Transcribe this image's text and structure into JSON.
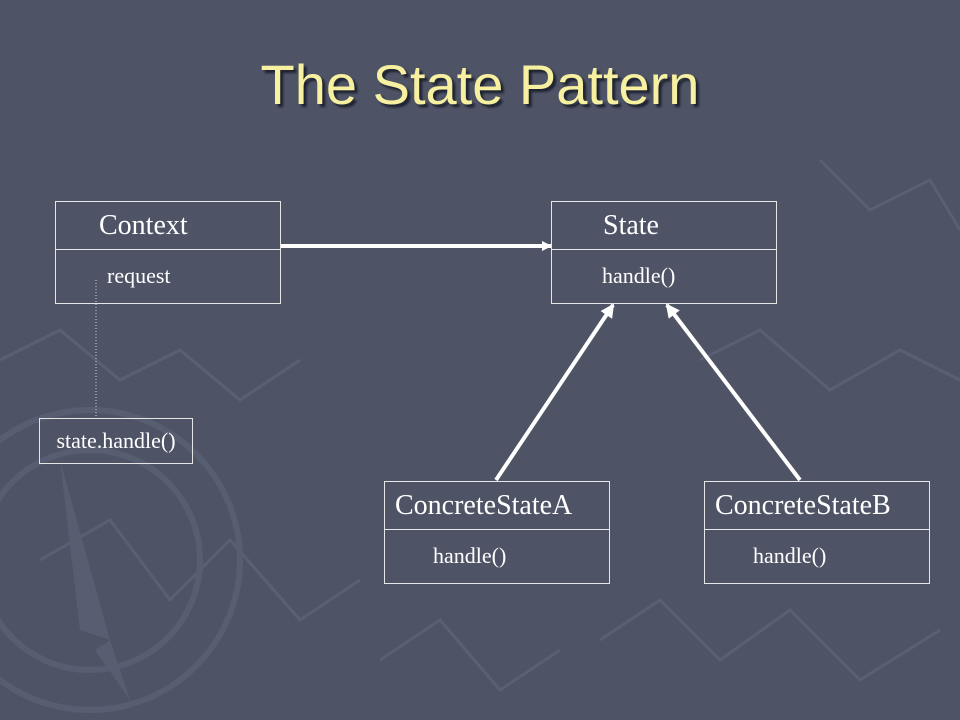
{
  "slide": {
    "title": "The State Pattern"
  },
  "diagram": {
    "classes": {
      "context": {
        "name": "Context",
        "operation": "request"
      },
      "state": {
        "name": "State",
        "operation": "handle()"
      },
      "concrete_a": {
        "name": "ConcreteStateA",
        "operation": "handle()"
      },
      "concrete_b": {
        "name": "ConcreteStateB",
        "operation": "handle()"
      }
    },
    "note": "state.handle()"
  },
  "colors": {
    "background": "#4e5466",
    "title": "#f7f0a0",
    "lines": "#ffffff"
  }
}
